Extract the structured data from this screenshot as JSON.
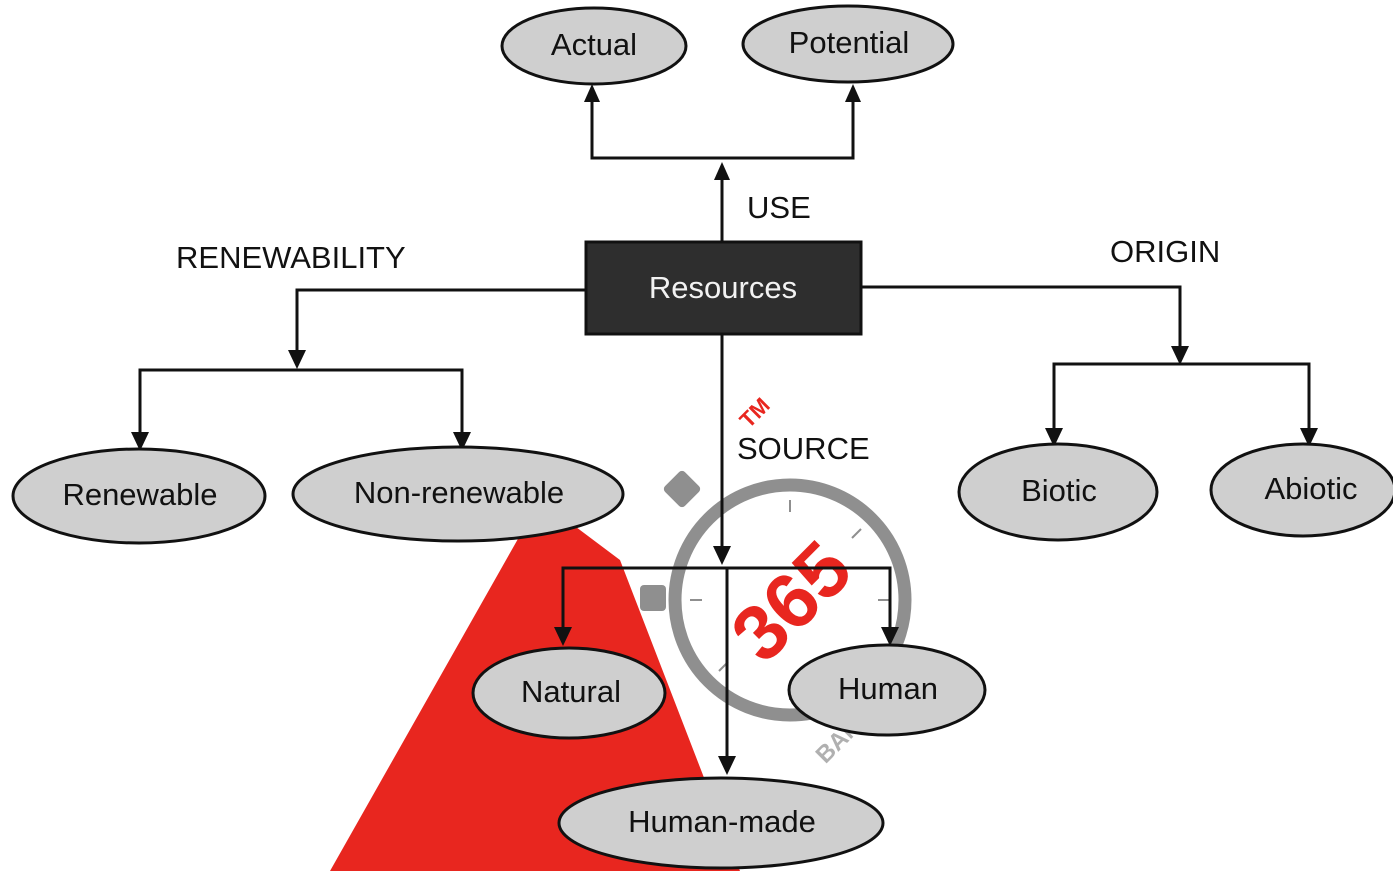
{
  "diagram": {
    "root": {
      "label": "Resources"
    },
    "categories": {
      "use": "USE",
      "renewability": "RENEWABILITY",
      "origin": "ORIGIN",
      "source": "SOURCE"
    },
    "nodes": {
      "actual": "Actual",
      "potential": "Potential",
      "renewable": "Renewable",
      "non_renewable": "Non-renewable",
      "biotic": "Biotic",
      "abiotic": "Abiotic",
      "natural": "Natural",
      "human": "Human",
      "human_made": "Human-made"
    }
  },
  "watermark": {
    "number": "365",
    "tm": "TM",
    "vertical_text": "BANK"
  },
  "colors": {
    "node_fill": "#cfcfcf",
    "root_fill": "#2e2e2e",
    "line": "#111111",
    "watermark_red": "#e8261f",
    "watermark_gray": "#8f8f8f"
  }
}
